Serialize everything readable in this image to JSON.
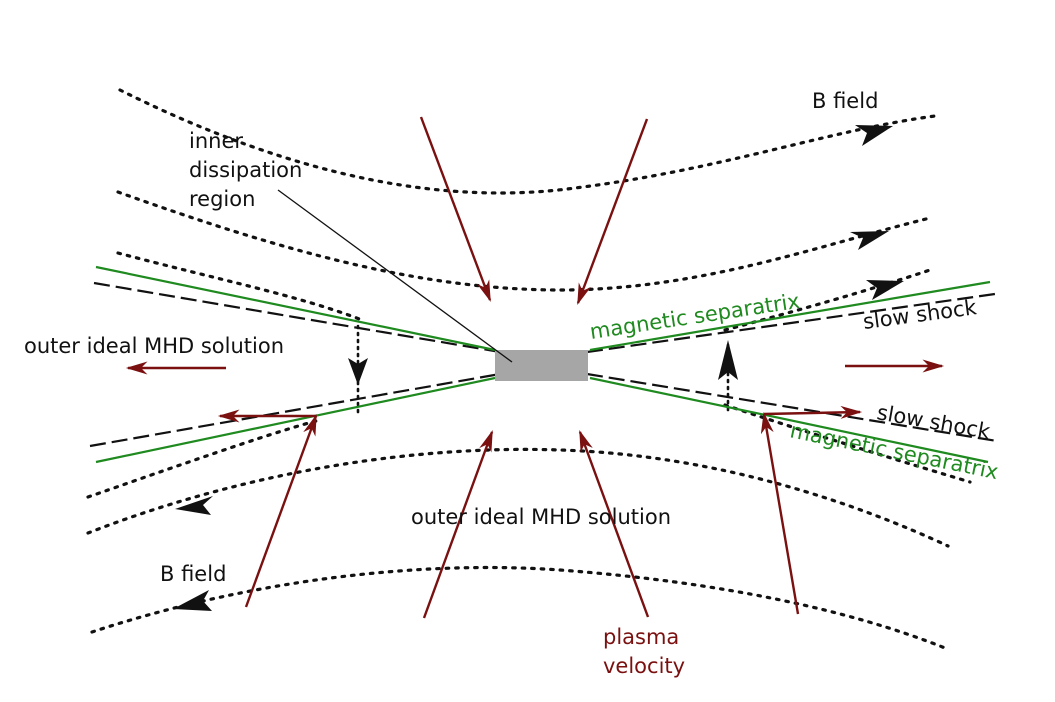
{
  "labels": {
    "inner_region": [
      "inner",
      "dissipation",
      "region"
    ],
    "b_field_top": "B field",
    "b_field_bottom": "B field",
    "outer_left": "outer ideal MHD solution",
    "outer_bottom": "outer ideal MHD solution",
    "separatrix_upper": "magnetic separatrix",
    "separatrix_lower": "magnetic separatrix",
    "shock_upper": "slow shock",
    "shock_lower": "slow shock",
    "plasma_velocity": [
      "plasma",
      "velocity"
    ]
  },
  "colors": {
    "field_lines": "#111111",
    "velocity": "#7a1010",
    "separatrix": "#1f8a1f",
    "dissipation_region": "#a6a6a6"
  }
}
